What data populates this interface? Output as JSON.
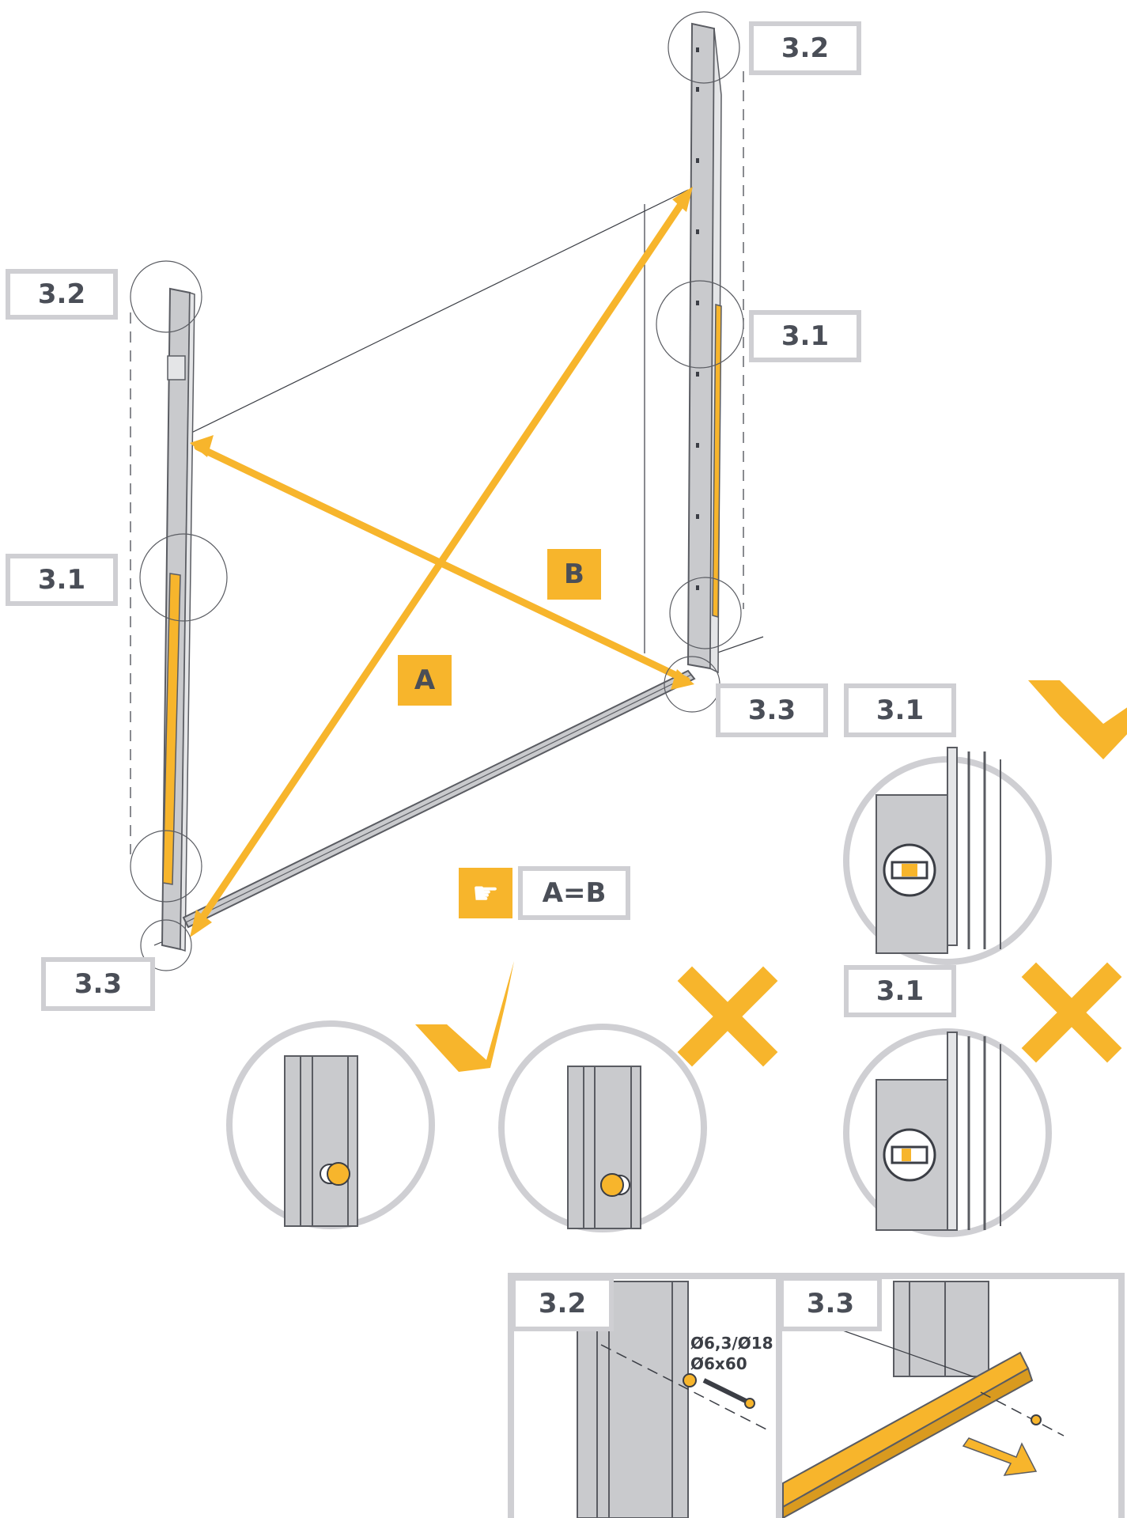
{
  "labels": {
    "top_right": "3.2",
    "top_left": "3.2",
    "mid_right": "3.1",
    "mid_left": "3.1",
    "bottom_right_a": "3.3",
    "bottom_right_b": "3.1",
    "bottom_left": "3.3",
    "side_check_x": "3.1"
  },
  "diagonals": {
    "a": "A",
    "b": "B"
  },
  "rule": {
    "text": "A=B",
    "icon": "pointing-hand-icon"
  },
  "detail_panels": {
    "left_title": "3.2",
    "right_title": "3.3",
    "screw_spec_1": "Ø6,3/Ø18",
    "screw_spec_2": "Ø6x60"
  },
  "colors": {
    "accent": "#f7b52c",
    "frame_grey": "#cfcfd3",
    "metal": "#c9cacd",
    "metal_dark": "#5a5c62",
    "text": "#4a4e57"
  },
  "indicators": {
    "correct": "check-mark-icon",
    "wrong": "cross-mark-icon"
  }
}
